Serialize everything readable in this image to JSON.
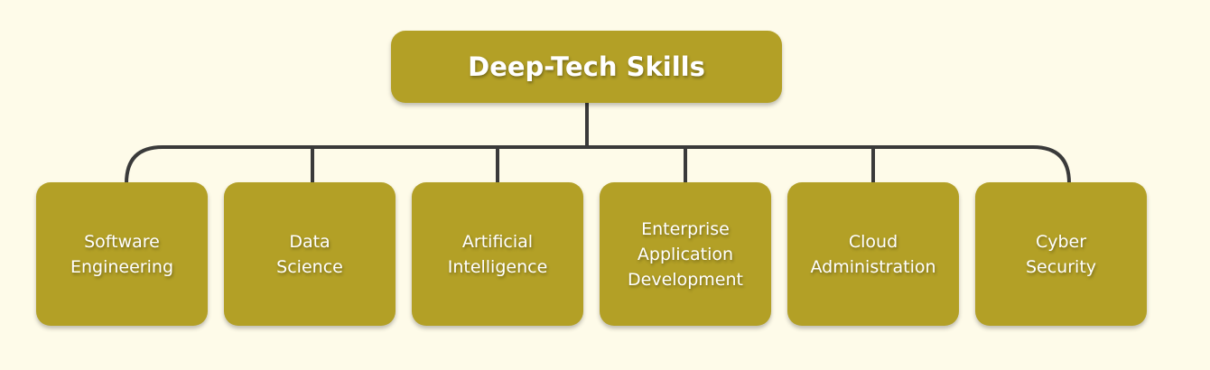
{
  "root": {
    "label": "Deep-Tech Skills"
  },
  "children": [
    {
      "label": "Software Engineering"
    },
    {
      "label": "Data Science"
    },
    {
      "label": "Artificial Intelligence"
    },
    {
      "label": "Enterprise Application Development"
    },
    {
      "label": "Cloud Administration"
    },
    {
      "label": "Cyber Security"
    }
  ],
  "colors": {
    "background": "#fefbe9",
    "box": "#b3a026",
    "connector": "#3a3a3a",
    "text": "#ffffff"
  }
}
